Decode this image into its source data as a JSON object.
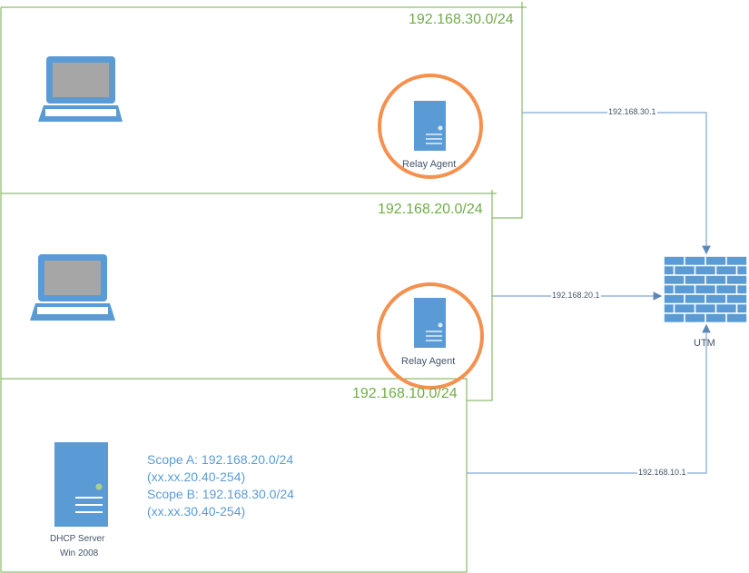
{
  "networks": [
    {
      "subnet": "192.168.30.0/24",
      "device": "Relay Agent",
      "gateway": "192.168.30.1"
    },
    {
      "subnet": "192.168.20.0/24",
      "device": "Relay Agent",
      "gateway": "192.168.20.1"
    },
    {
      "subnet": "192.168.10.0/24",
      "gateway": "192.168.10.1"
    }
  ],
  "dhcp": {
    "name": "DHCP Server",
    "os": "Win 2008",
    "scopes": [
      "Scope A: 192.168.20.0/24",
      "(xx.xx.20.40-254)",
      "Scope B: 192.168.30.0/24",
      "(xx.xx.30.40-254)"
    ]
  },
  "firewall": {
    "label": "UTM"
  },
  "colors": {
    "network": "#70AD47",
    "device": "#5B9BD5",
    "highlight": "#F4914F",
    "link": "#7FA7D3"
  }
}
